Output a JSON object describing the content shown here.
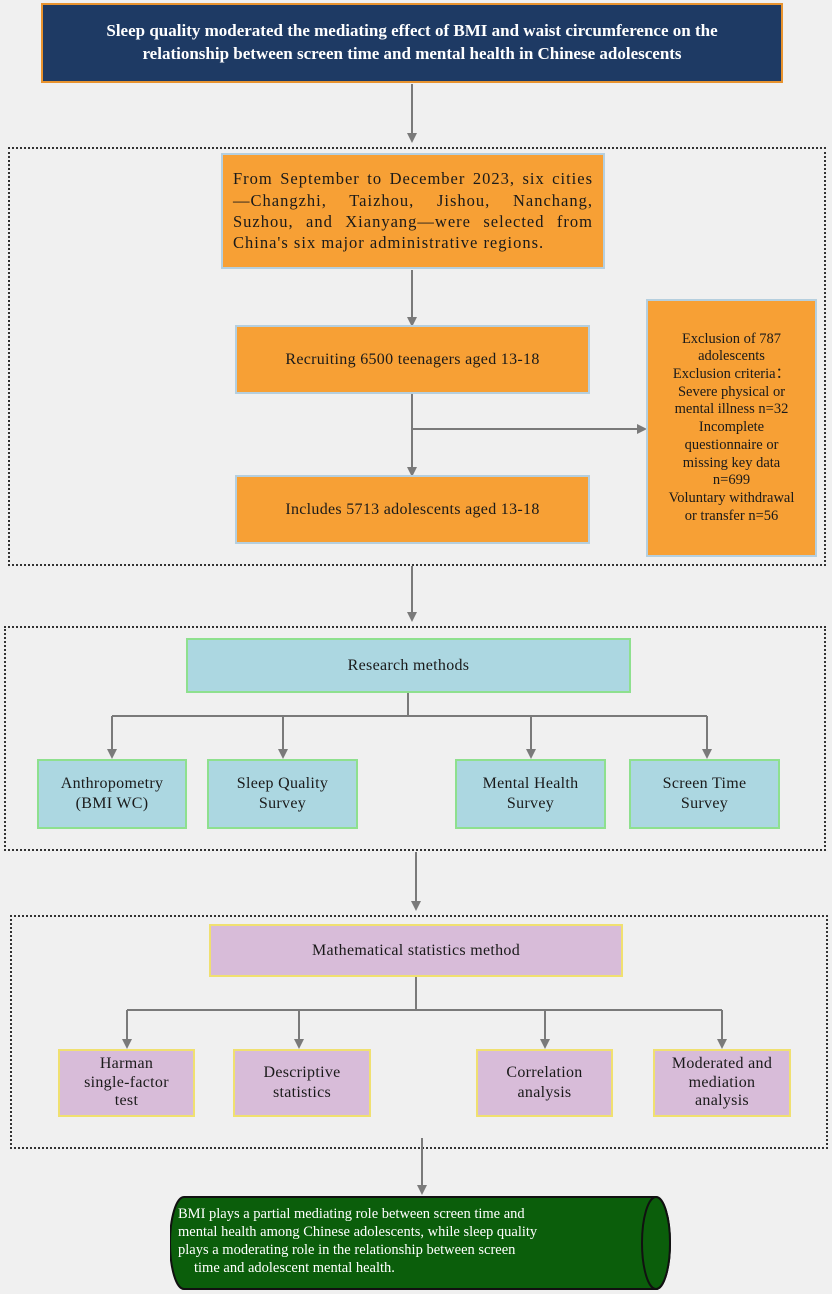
{
  "title": "Sleep quality moderated the mediating effect of BMI and waist circumference on the relationship between screen time and mental health in Chinese adolescents",
  "recruitment": {
    "intro": "From September to December 2023, six cities—Changzhi, Taizhou, Jishou, Nanchang, Suzhou, and Xianyang—were selected from China's six major administrative regions.",
    "recruiting": "Recruiting 6500 teenagers aged 13-18",
    "includes": "Includes 5713 adolescents aged 13-18",
    "exclusion": [
      "Exclusion of 787",
      "adolescents",
      "Exclusion criteria：",
      "Severe physical or",
      "mental illness n=32",
      "Incomplete",
      "questionnaire or",
      "missing key data",
      "n=699",
      "Voluntary withdrawal",
      "or transfer n=56"
    ]
  },
  "research": {
    "title": "Research methods",
    "items": [
      [
        "Anthropometry",
        "(BMI WC)"
      ],
      [
        "Sleep Quality",
        "Survey"
      ],
      [
        "Mental Health",
        "Survey"
      ],
      [
        "Screen Time",
        "Survey"
      ]
    ]
  },
  "statistics": {
    "title": "Mathematical statistics method",
    "items": [
      [
        "Harman",
        "single-factor",
        "test"
      ],
      [
        "Descriptive",
        "statistics"
      ],
      [
        "Correlation",
        "analysis"
      ],
      [
        "Moderated and",
        "mediation",
        "analysis"
      ]
    ]
  },
  "conclusion": [
    "BMI plays a partial mediating role between screen time and",
    "mental health among Chinese adolescents, while sleep quality",
    "plays a moderating role in the relationship between screen",
    "time and adolescent mental health."
  ],
  "colors": {
    "title_bg": "#1e3a64",
    "orange": "#f7a035",
    "cyan": "#acd7e1",
    "purple": "#d8bcd9",
    "conclusion_bg": "#0b5e0b",
    "arrow": "#7a7a7a"
  }
}
